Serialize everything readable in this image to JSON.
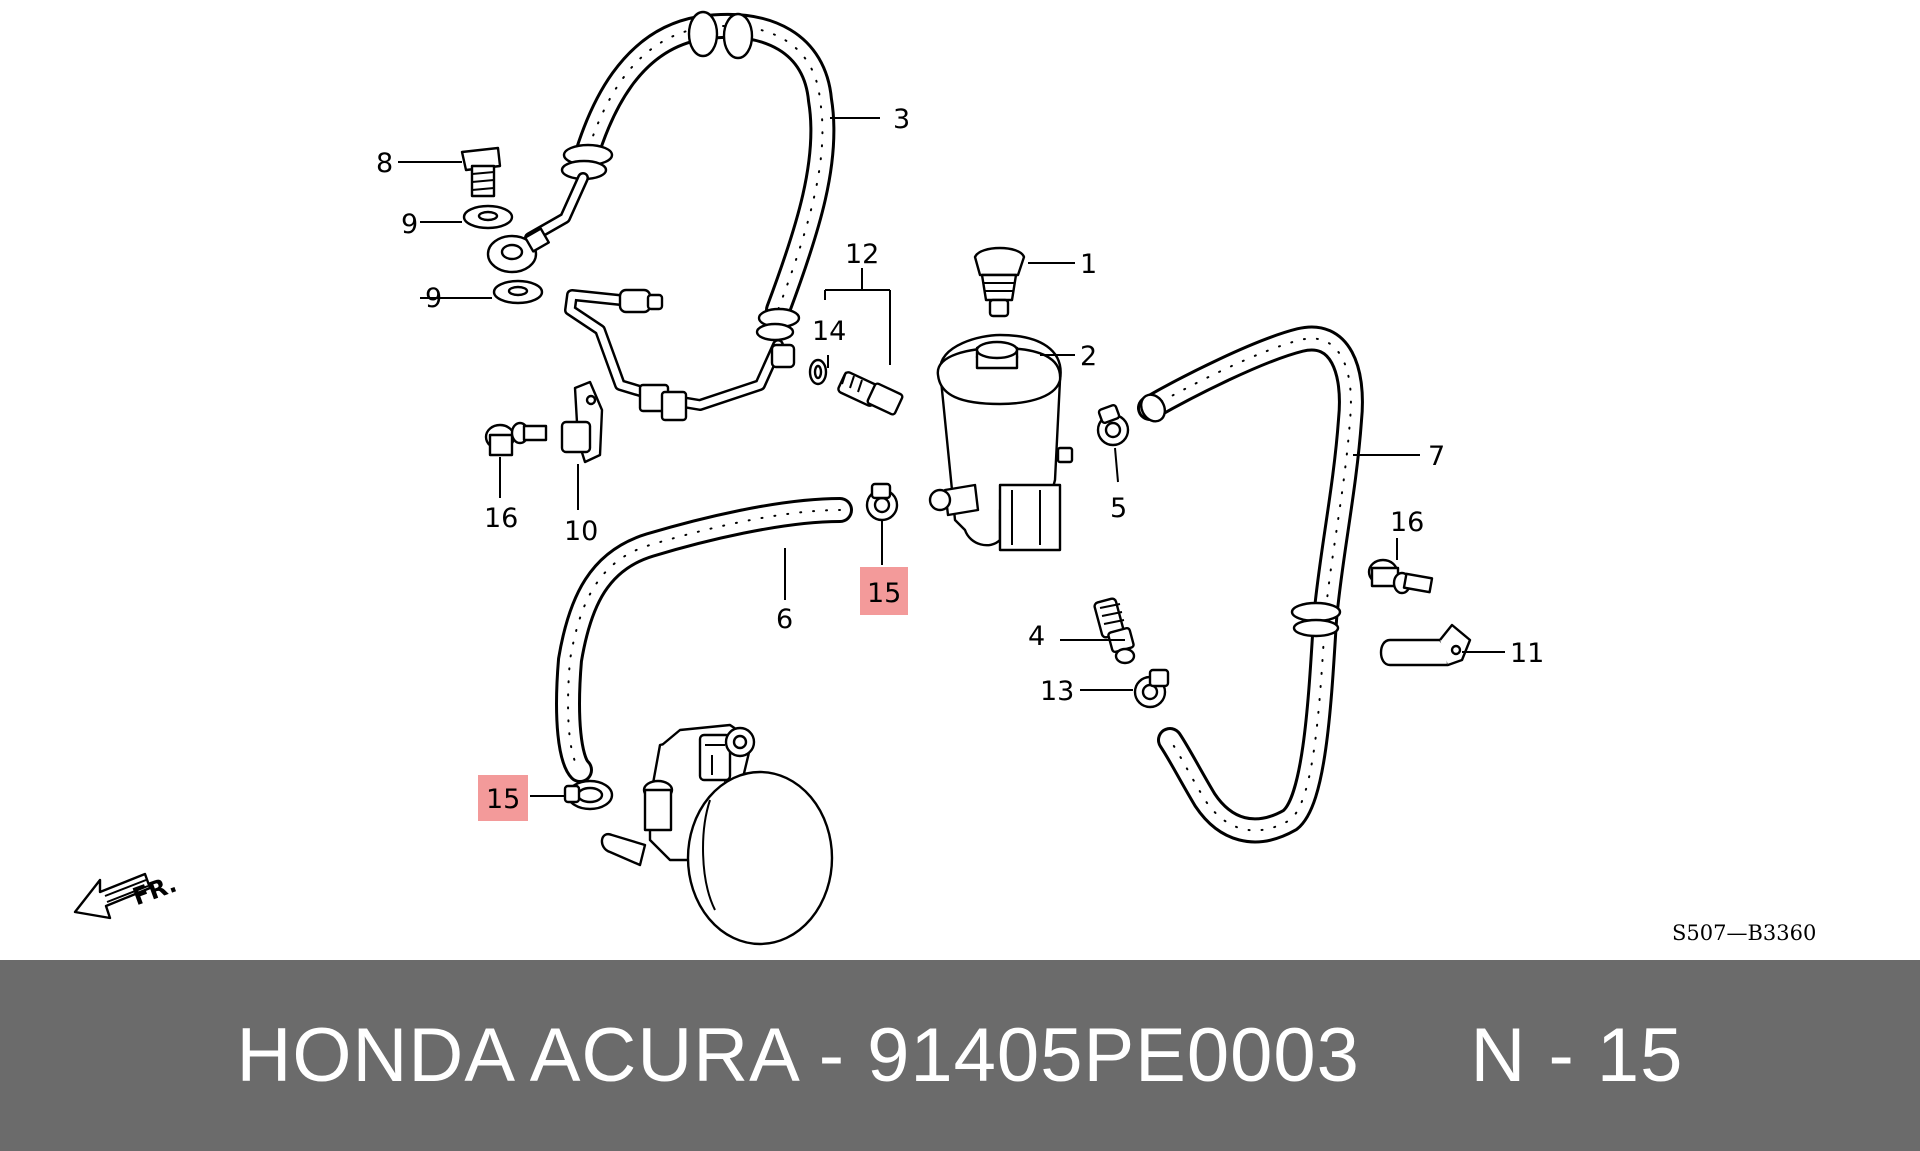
{
  "diagram": {
    "callouts": [
      "1",
      "2",
      "3",
      "4",
      "5",
      "6",
      "7",
      "8",
      "9",
      "9",
      "10",
      "11",
      "12",
      "13",
      "14",
      "15",
      "15",
      "16",
      "16"
    ],
    "direction_label": "FR.",
    "diagram_code": "S507—B3360"
  },
  "footer": {
    "title": "HONDA ACURA - 91405PE0003     N - 15"
  },
  "colors": {
    "highlight": "#f39a9a",
    "footer_bg": "#6b6b6b",
    "footer_text": "#ffffff"
  }
}
